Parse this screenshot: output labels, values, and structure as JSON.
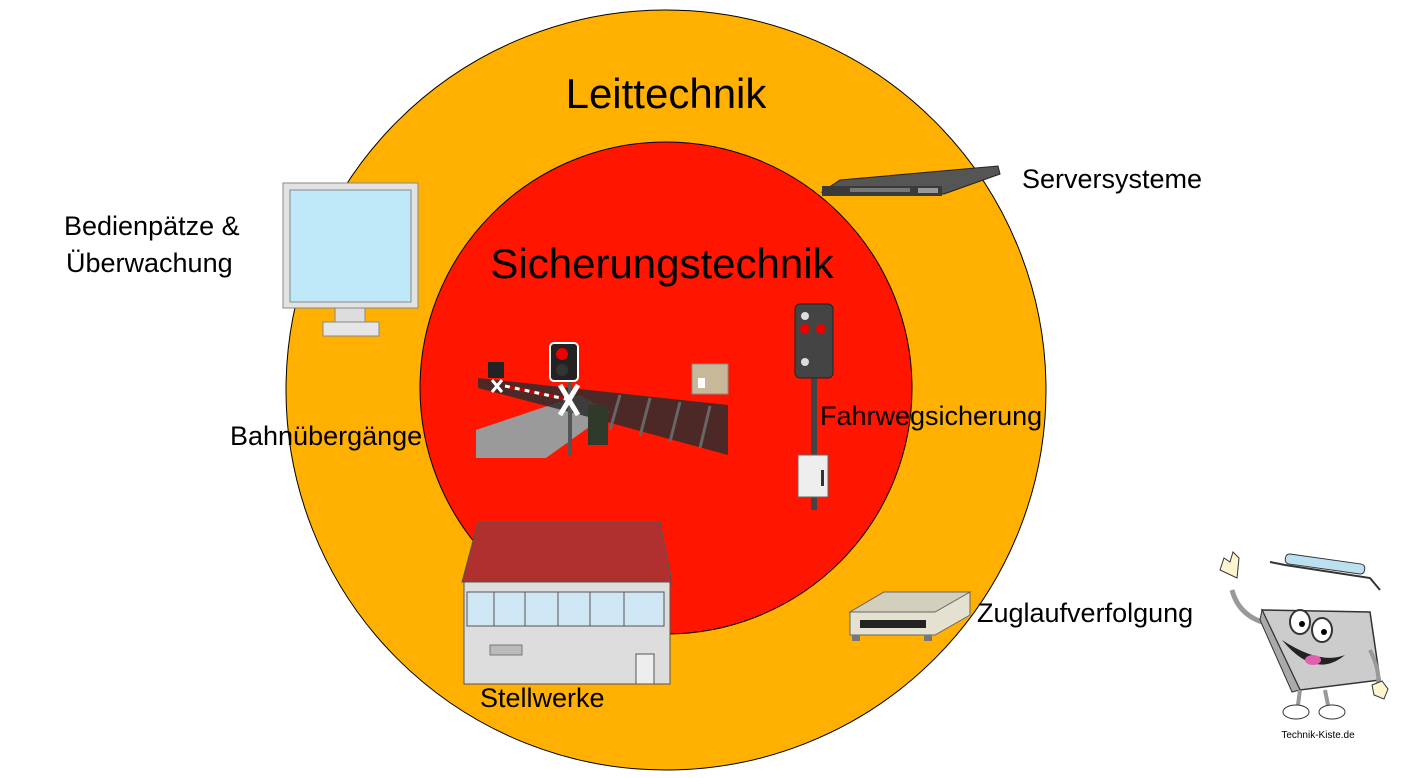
{
  "outer_ring": {
    "title": "Leittechnik",
    "color": "#FFB000"
  },
  "inner_circle": {
    "title": "Sicherungstechnik",
    "color": "#FF1500"
  },
  "labels": {
    "server": "Serversysteme",
    "operator_line1": "Bedienpätze &",
    "operator_line2": "Überwachung",
    "crossings": "Bahnübergänge",
    "route_safety": "Fahrwegsicherung",
    "interlocking": "Stellwerke",
    "train_tracking": "Zuglaufverfolgung"
  },
  "mascot": {
    "caption": "Technik-Kiste.de"
  }
}
